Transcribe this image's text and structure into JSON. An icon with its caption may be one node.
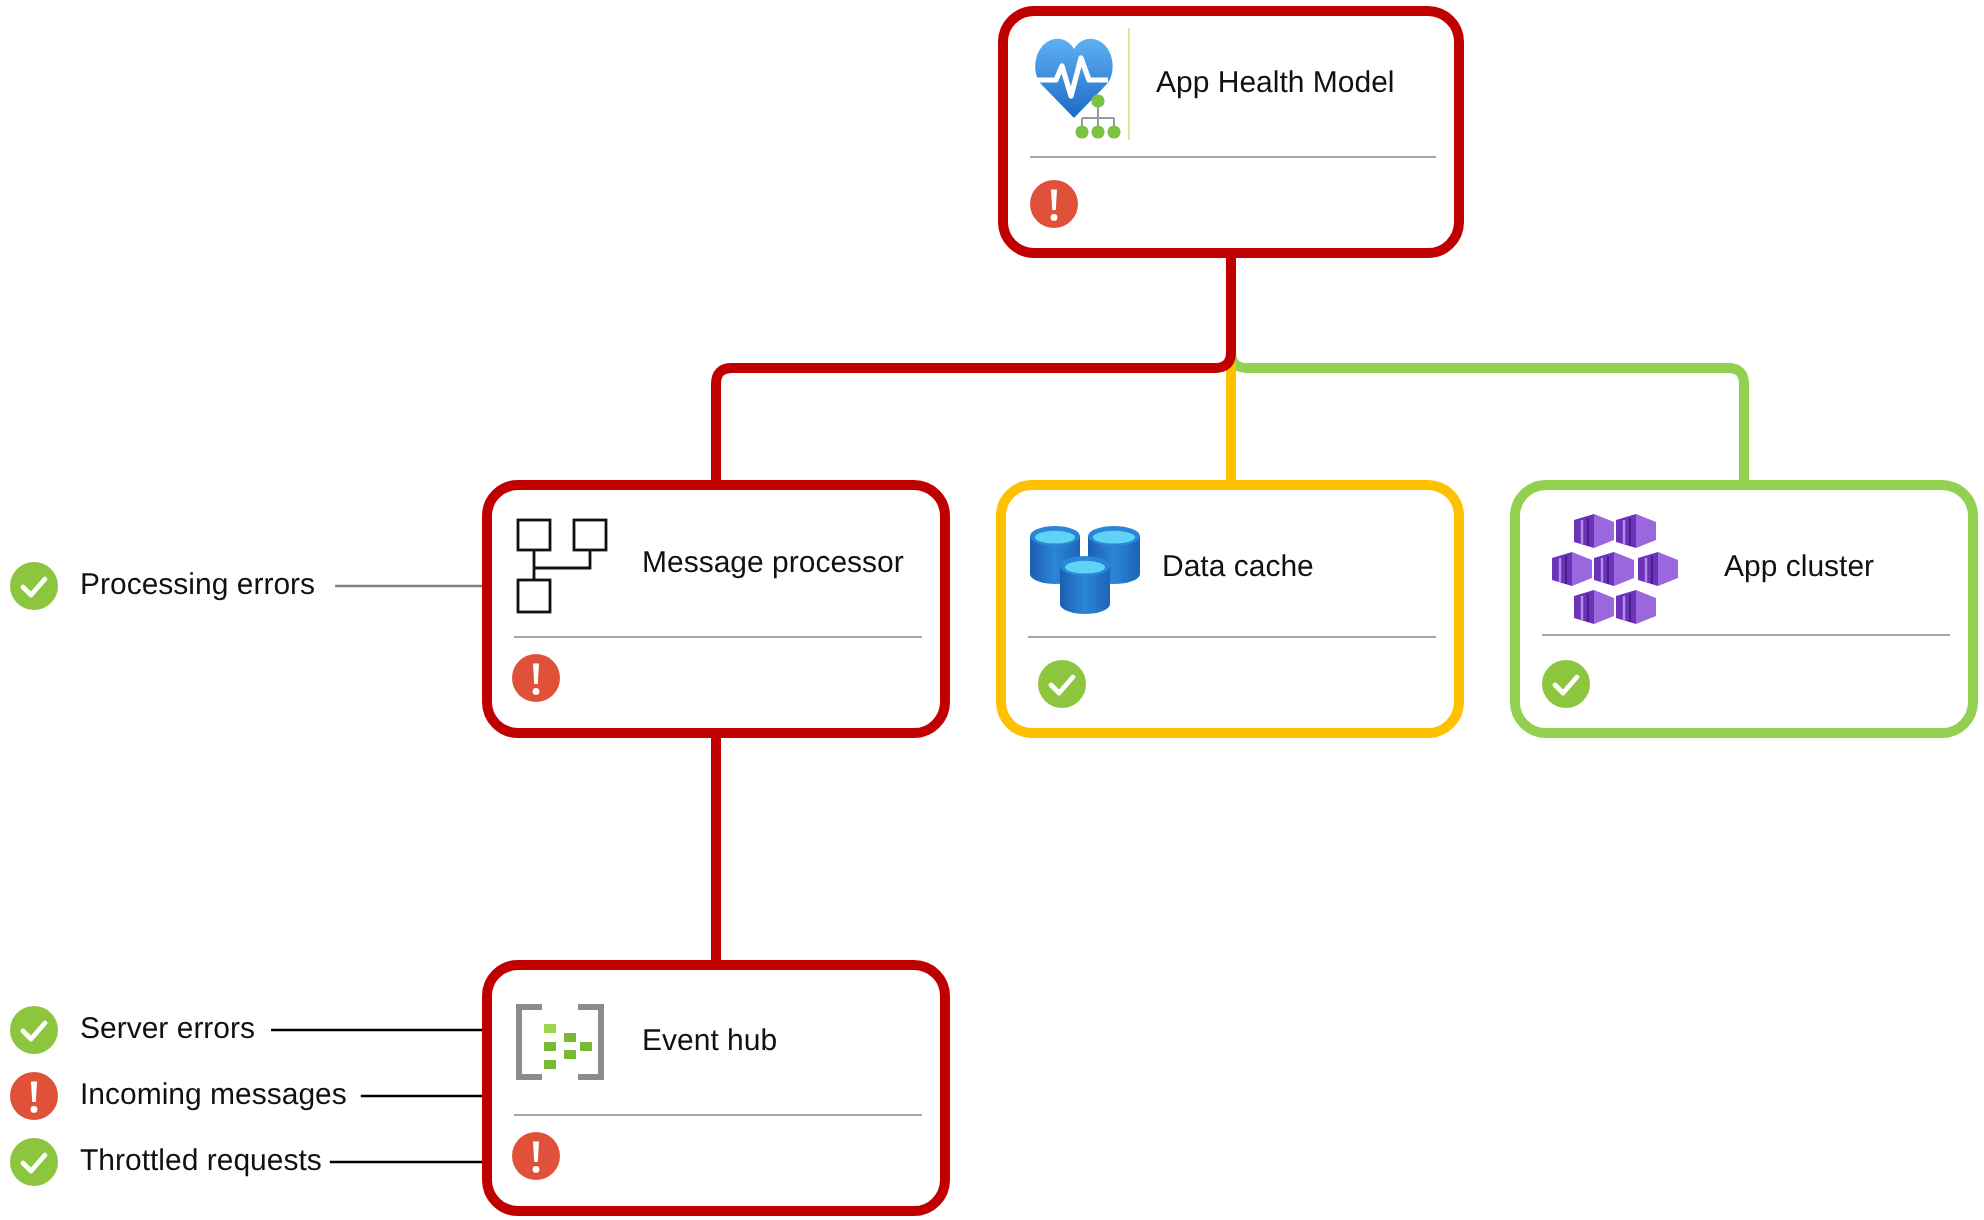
{
  "diagram": {
    "nodes": [
      {
        "text": [
          "App Health Model"
        ]
      },
      {
        "text": [
          "Message processor"
        ]
      },
      {
        "text": [
          "Data cache"
        ]
      },
      {
        "text": [
          "App cluster"
        ]
      },
      {
        "text": [
          "Event hub"
        ]
      },
      {
        "text": [
          "Processing errors"
        ]
      },
      {
        "text": [
          "Server errors"
        ]
      },
      {
        "text": [
          "Incoming messages"
        ]
      },
      {
        "text": [
          "Throttled requests"
        ]
      }
    ],
    "edges": [
      {
        "from": 0,
        "to": 1,
        "arrow": "none",
        "style": "thick",
        "color": "#c00000"
      },
      {
        "from": 0,
        "to": 2,
        "arrow": "none",
        "style": "thick",
        "color": "#ffc000"
      },
      {
        "from": 0,
        "to": 3,
        "arrow": "none",
        "style": "thick",
        "color": "#92d050"
      },
      {
        "from": 1,
        "to": 4,
        "arrow": "none",
        "style": "thick",
        "color": "#c00000"
      },
      {
        "from": 5,
        "to": 1,
        "arrow": "none",
        "color": "#808080"
      },
      {
        "from": 6,
        "to": 4,
        "arrow": "none",
        "color": "#000000"
      },
      {
        "from": 7,
        "to": 4,
        "arrow": "none",
        "color": "#000000"
      },
      {
        "from": 8,
        "to": 4,
        "arrow": "none",
        "color": "#000000"
      }
    ]
  }
}
